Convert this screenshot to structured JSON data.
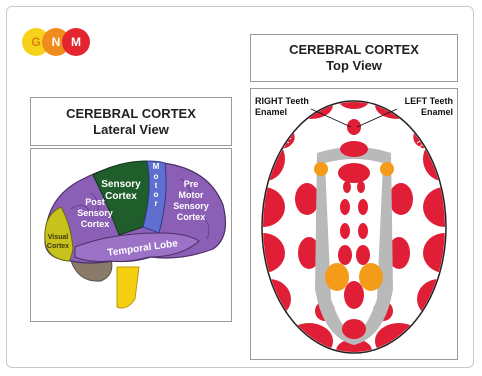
{
  "logo": {
    "letters": [
      "G",
      "N",
      "M"
    ],
    "colors": [
      "#f7d21a",
      "#f08c1c",
      "#e4242e"
    ]
  },
  "lateral_panel": {
    "title_line1": "CEREBRAL CORTEX",
    "title_line2": "Lateral View",
    "regions": {
      "sensory_cortex": [
        "Sensory",
        "Cortex"
      ],
      "motor_cortex": "Motor",
      "post_sensory_cortex": [
        "Post",
        "Sensory",
        "Cortex"
      ],
      "pre_motor_sensory_cortex": [
        "Pre",
        "Motor",
        "Sensory",
        "Cortex"
      ],
      "visual_cortex": [
        "Visual",
        "Cortex"
      ],
      "temporal_lobe": "Temporal Lobe"
    }
  },
  "top_panel": {
    "title_line1": "CEREBRAL CORTEX",
    "title_line2": "Top View",
    "right_teeth_label": [
      "RIGHT Teeth",
      "Enamel"
    ],
    "left_teeth_label": [
      "LEFT Teeth",
      "Enamel"
    ]
  },
  "colors": {
    "relay_red": "#e01e35",
    "orange_spot": "#f59b1a",
    "gray_band": "#b9b9b9",
    "purple_lobe": "#8b5fb6",
    "green_motor": "#1f5e2a",
    "yellow_visual": "#c8c21d",
    "cerebellum": "#8a7a6a",
    "brainstem": "#f4cf10"
  }
}
